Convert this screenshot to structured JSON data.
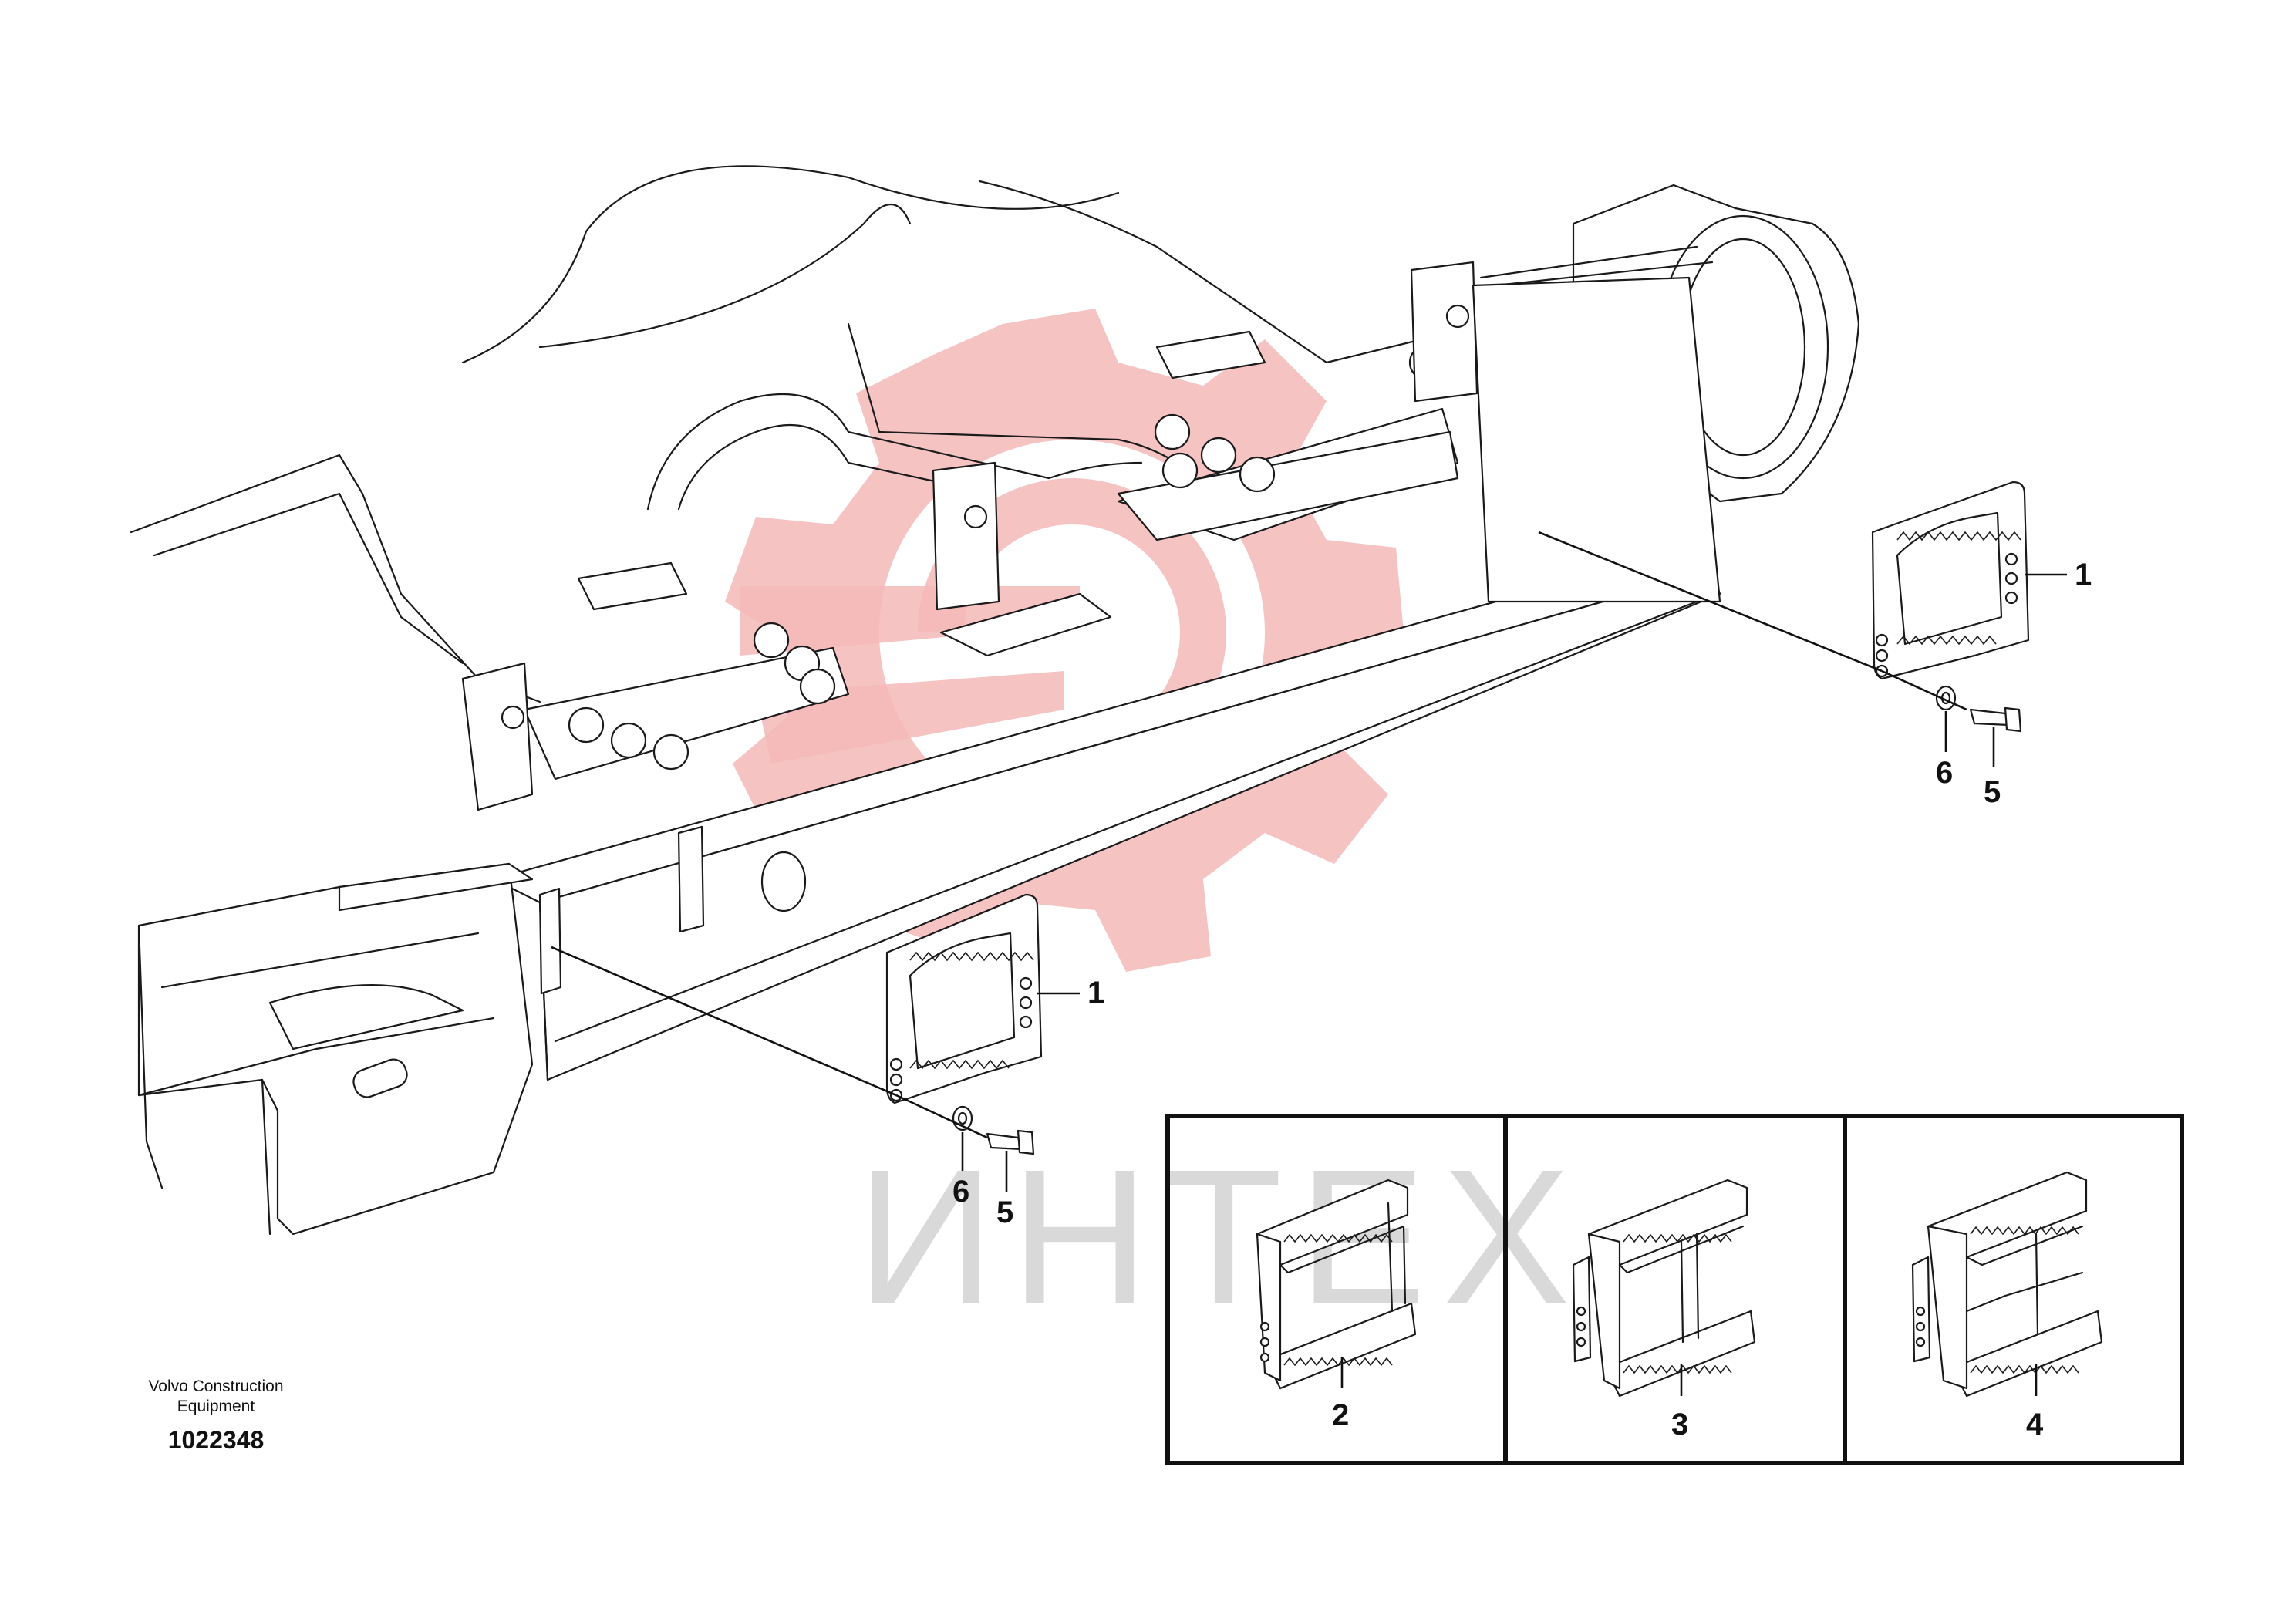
{
  "brand": {
    "name": "Volvo Construction Equipment",
    "document_number": "1022348"
  },
  "watermark": {
    "text": "ИНТЕХ",
    "color": "#f5b8b8"
  },
  "callouts": {
    "part_1_rear": "1",
    "part_1_front": "1",
    "part_6_rear": "6",
    "part_5_rear": "5",
    "part_6_front": "6",
    "part_5_front": "5"
  },
  "variants": [
    {
      "label": "2"
    },
    {
      "label": "3"
    },
    {
      "label": "4"
    }
  ]
}
